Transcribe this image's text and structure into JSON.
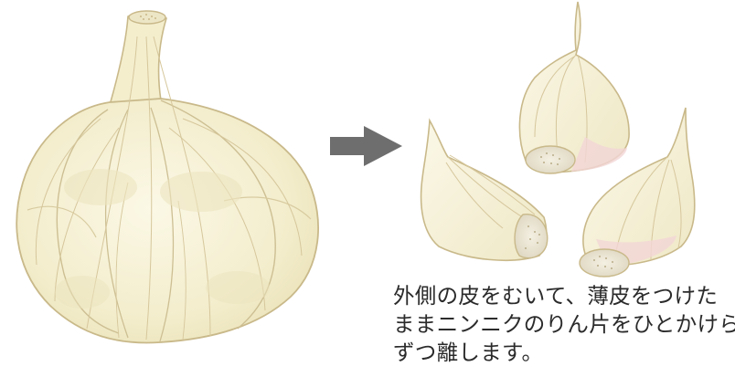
{
  "illustration": {
    "subject": "garlic-bulb-to-cloves",
    "colors": {
      "skin": "#f6f1d3",
      "skin_shade": "#ece5bd",
      "outline": "#c9b98a",
      "vein": "#d6c79c",
      "root_plate": "#e9e4d4",
      "pink_tint": "#f3d6d6",
      "arrow": "#6e6e6e"
    }
  },
  "caption": {
    "line1": "外側の皮をむいて、薄皮をつけた",
    "line2": "ままニンニクのりん片をひとかけら",
    "line3": "ずつ離します。"
  }
}
